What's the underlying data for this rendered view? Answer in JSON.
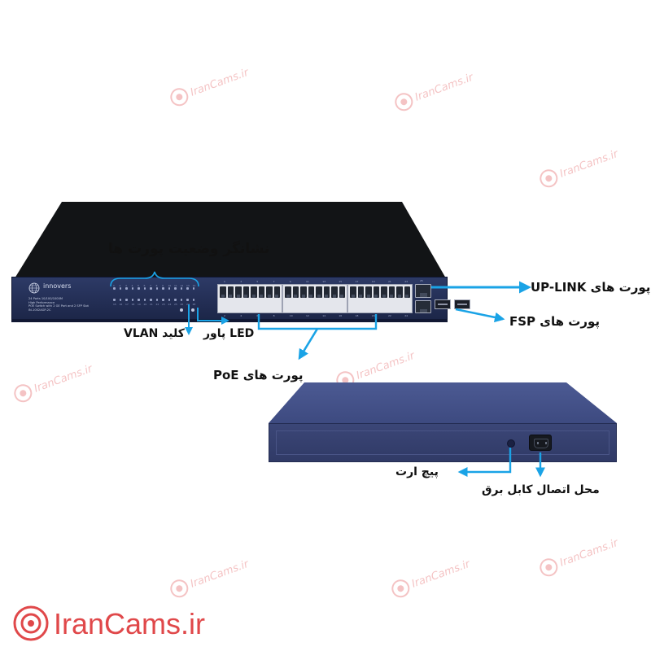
{
  "watermarks": [
    {
      "text": "IranCams.ir"
    },
    {
      "text": "IranCams.ir"
    },
    {
      "text": "IranCams.ir"
    },
    {
      "text": "IranCams.ir"
    },
    {
      "text": "IranCams.ir"
    },
    {
      "text": "IranCams.ir"
    },
    {
      "text": "IranCams.ir"
    },
    {
      "text": "IranCams.ir"
    }
  ],
  "device": {
    "brand": "innovers",
    "model_lines": [
      "24 Ports 10/100/1000M",
      "High Performance",
      "POE Switch with 2 GE Port and 2 SFP Slot",
      "IN-1002AGP-2C"
    ],
    "led_top_numbers": [
      "1",
      "2",
      "3",
      "4",
      "5",
      "6",
      "7",
      "8",
      "9",
      "10",
      "11",
      "12",
      "13",
      "14"
    ],
    "led_bottom_numbers": [
      "15",
      "16",
      "17",
      "18",
      "19",
      "20",
      "21",
      "22",
      "23",
      "24",
      "25",
      "26",
      "27",
      "28"
    ],
    "port_numbers_top": [
      "1",
      "3",
      "5",
      "7",
      "9",
      "11",
      "13",
      "15",
      "17",
      "19",
      "21",
      "23"
    ],
    "port_numbers_bottom": [
      "2",
      "4",
      "6",
      "8",
      "10",
      "12",
      "14",
      "16",
      "18",
      "20",
      "22",
      "24"
    ],
    "uplink_number": "25"
  },
  "labels": {
    "port_status_leds": "نشانگر وضعیت پورت ها",
    "uplink_ports": "پورت های UP-LINK",
    "fsp_ports": "پورت های FSP",
    "power_led": "LED پاور",
    "vlan_switch": "کلید VLAN",
    "poe_ports": "پورت های PoE",
    "ground_screw": "پیچ ارت",
    "power_cable_socket": "محل اتصال کابل برق"
  },
  "footer": {
    "logo_text": "IranCams.ir"
  },
  "colors": {
    "brand_red": "#e0484a",
    "arrow_blue": "#1aa3e6",
    "switch_blue": "#2d3a66"
  }
}
